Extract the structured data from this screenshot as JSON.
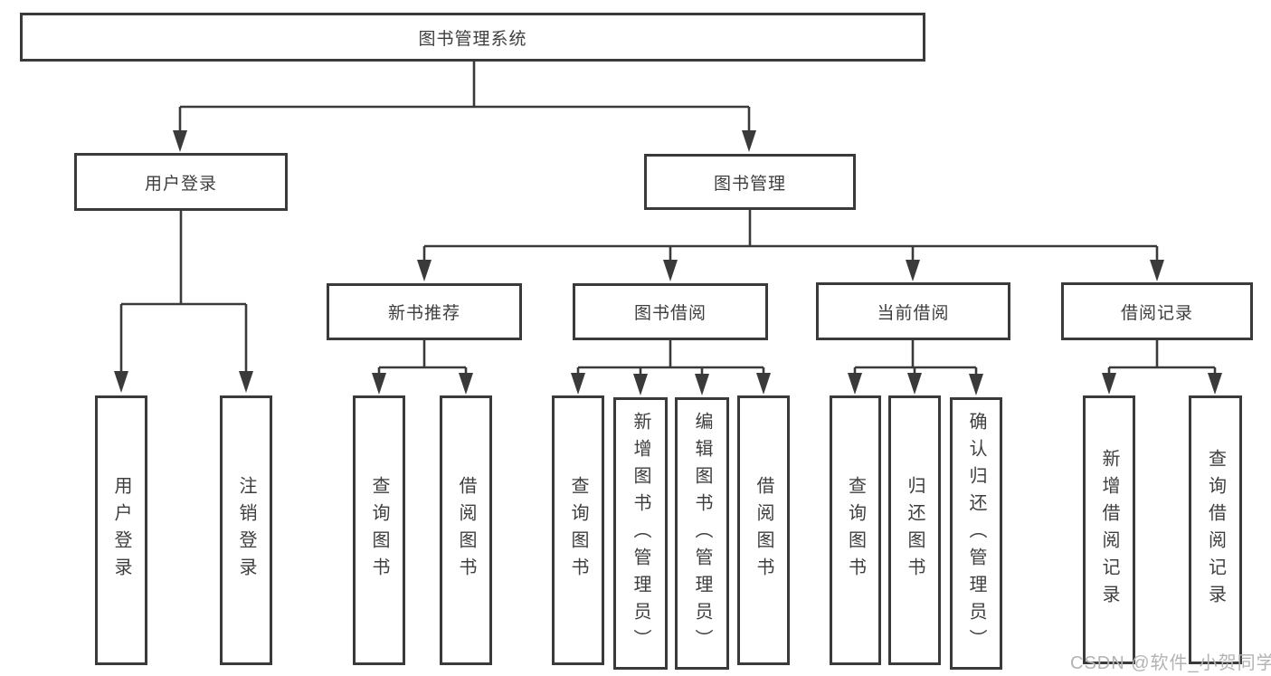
{
  "diagram": {
    "title": "图书管理系统",
    "type": "hierarchy-tree",
    "tree": {
      "root": {
        "label": "图书管理系统"
      },
      "level1": [
        {
          "label": "用户登录"
        },
        {
          "label": "图书管理"
        }
      ],
      "level2": [
        {
          "label": "新书推荐",
          "parent": "图书管理"
        },
        {
          "label": "图书借阅",
          "parent": "图书管理"
        },
        {
          "label": "当前借阅",
          "parent": "图书管理"
        },
        {
          "label": "借阅记录",
          "parent": "图书管理"
        }
      ],
      "leaves": {
        "user_login": [
          "用户登录",
          "注销登录"
        ],
        "new_books": [
          "查询图书",
          "借阅图书"
        ],
        "book_borrow": [
          "查询图书",
          "新增图书（管理员）",
          "编辑图书（管理员）",
          "借阅图书"
        ],
        "current_borrow": [
          "查询图书",
          "归还图书",
          "确认归还（管理员）"
        ],
        "borrow_records": [
          "新增借阅记录",
          "查询借阅记录"
        ]
      }
    },
    "colors": {
      "line": "#3a3a3a",
      "box_border": "#3a3a3a",
      "text": "#3e3e3e",
      "background": "#ffffff",
      "watermark": "#b3b3b3"
    }
  },
  "watermark": {
    "text": "CSDN @软件_小贺同学"
  }
}
